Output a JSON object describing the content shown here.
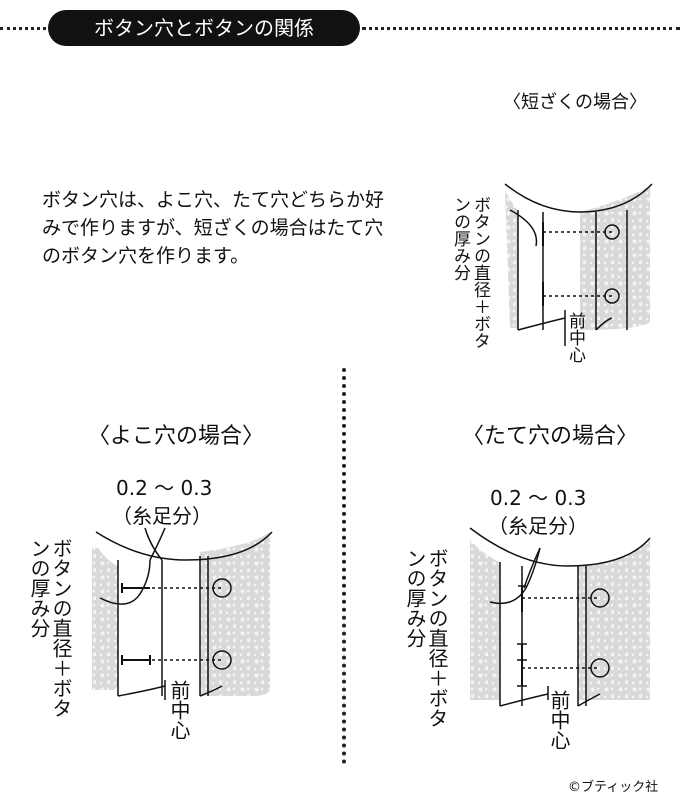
{
  "header": {
    "title": "ボタン穴とボタンの関係"
  },
  "intro": {
    "text": "ボタン穴は、よこ穴、たて穴どちらか好みで作りますが、短ざくの場合はたて穴のボタン穴を作ります。"
  },
  "tanzaku": {
    "title": "〈短ざくの場合〉",
    "thickness_label": "ボタンの直径＋ボタンの厚み分",
    "center_label": "前中心"
  },
  "yoko": {
    "title": "〈よこ穴の場合〉",
    "range_label": "0.2 〜 0.3",
    "ito_label": "（糸足分）",
    "thickness_label": "ボタンの直径＋ボタンの厚み分",
    "center_label": "前中心"
  },
  "tate": {
    "title": "〈たて穴の場合〉",
    "range_label": "0.2 〜 0.3",
    "ito_label": "（糸足分）",
    "thickness_label": "ボタンの直径＋ボタンの厚み分",
    "center_label": "前中心"
  },
  "credit": {
    "text": "©ブティック社"
  },
  "colors": {
    "fabric": "#d9d9d9",
    "ink": "#111111",
    "pill": "#111111"
  }
}
